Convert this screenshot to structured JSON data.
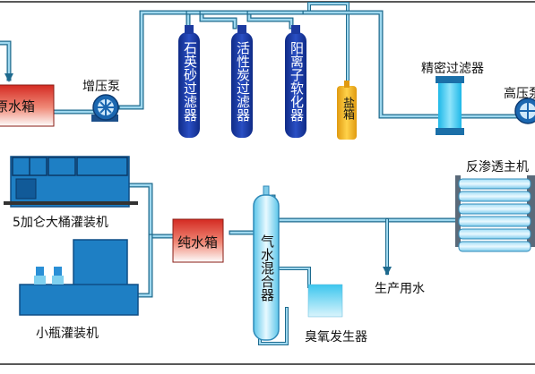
{
  "labels": {
    "raw_tank": "原水箱",
    "booster_pump": "增压泵",
    "quartz_filter": "石英砂过滤器",
    "carbon_filter": "活性炭过滤器",
    "softener": "阳离子软化器",
    "salt_tank": "盐箱",
    "precision_filter": "精密过滤器",
    "high_pressure_pump": "高压泵",
    "ro_host": "反渗透主机",
    "pure_tank": "纯水箱",
    "mixer": "气水混合器",
    "barrel_filler": "5加仑大桶灌装机",
    "bottle_filler": "小瓶灌装机",
    "production_water": "生产用水",
    "ozone_generator": "臭氧发生器"
  },
  "colors": {
    "pipe": "#9fd8ef",
    "pipe_border": "#1e6a8e",
    "filter_blue": "#1c3aa0",
    "salt_yellow": "#f2b21a",
    "tank_red": "#d23a2c",
    "machine_blue": "#1e7fc4",
    "pump_blue": "#1b67b0"
  }
}
